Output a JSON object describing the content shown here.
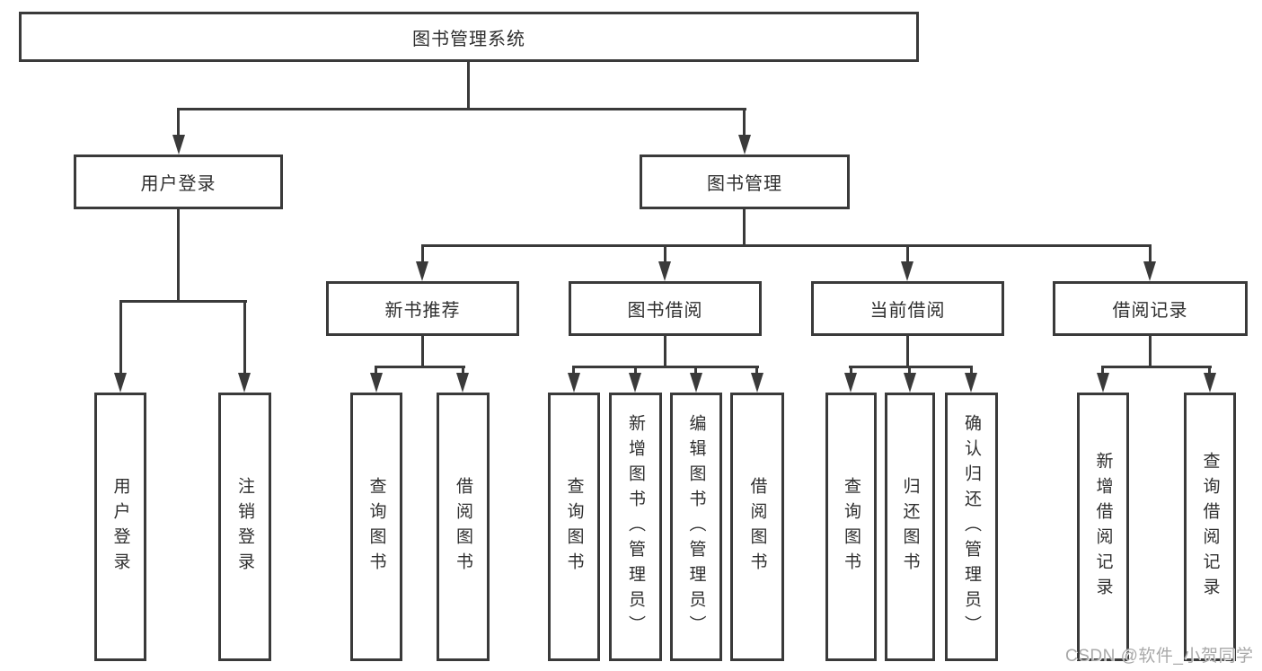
{
  "diagram": {
    "root": {
      "label": "图书管理系统"
    },
    "level2": [
      {
        "label": "用户登录"
      },
      {
        "label": "图书管理"
      }
    ],
    "level3": [
      {
        "label": "新书推荐"
      },
      {
        "label": "图书借阅"
      },
      {
        "label": "当前借阅"
      },
      {
        "label": "借阅记录"
      }
    ],
    "leaves": {
      "user_login": [
        "用户登录",
        "注销登录"
      ],
      "new_book_recommend": [
        "查询图书",
        "借阅图书"
      ],
      "book_borrow": [
        "查询图书",
        "新增图书（管理员）",
        "编辑图书（管理员）",
        "借阅图书"
      ],
      "current_borrow": [
        "查询图书",
        "归还图书",
        "确认归还（管理员）"
      ],
      "borrow_record": [
        "新增借阅记录",
        "查询借阅记录"
      ]
    },
    "watermark": "CSDN @软件_小贺同学",
    "colors": {
      "line": "#3a3a3a",
      "node_border": "#3a3a3a",
      "node_fill": "#ffffff",
      "text": "#2f2f2f",
      "watermark": "#a9a9a9"
    }
  }
}
